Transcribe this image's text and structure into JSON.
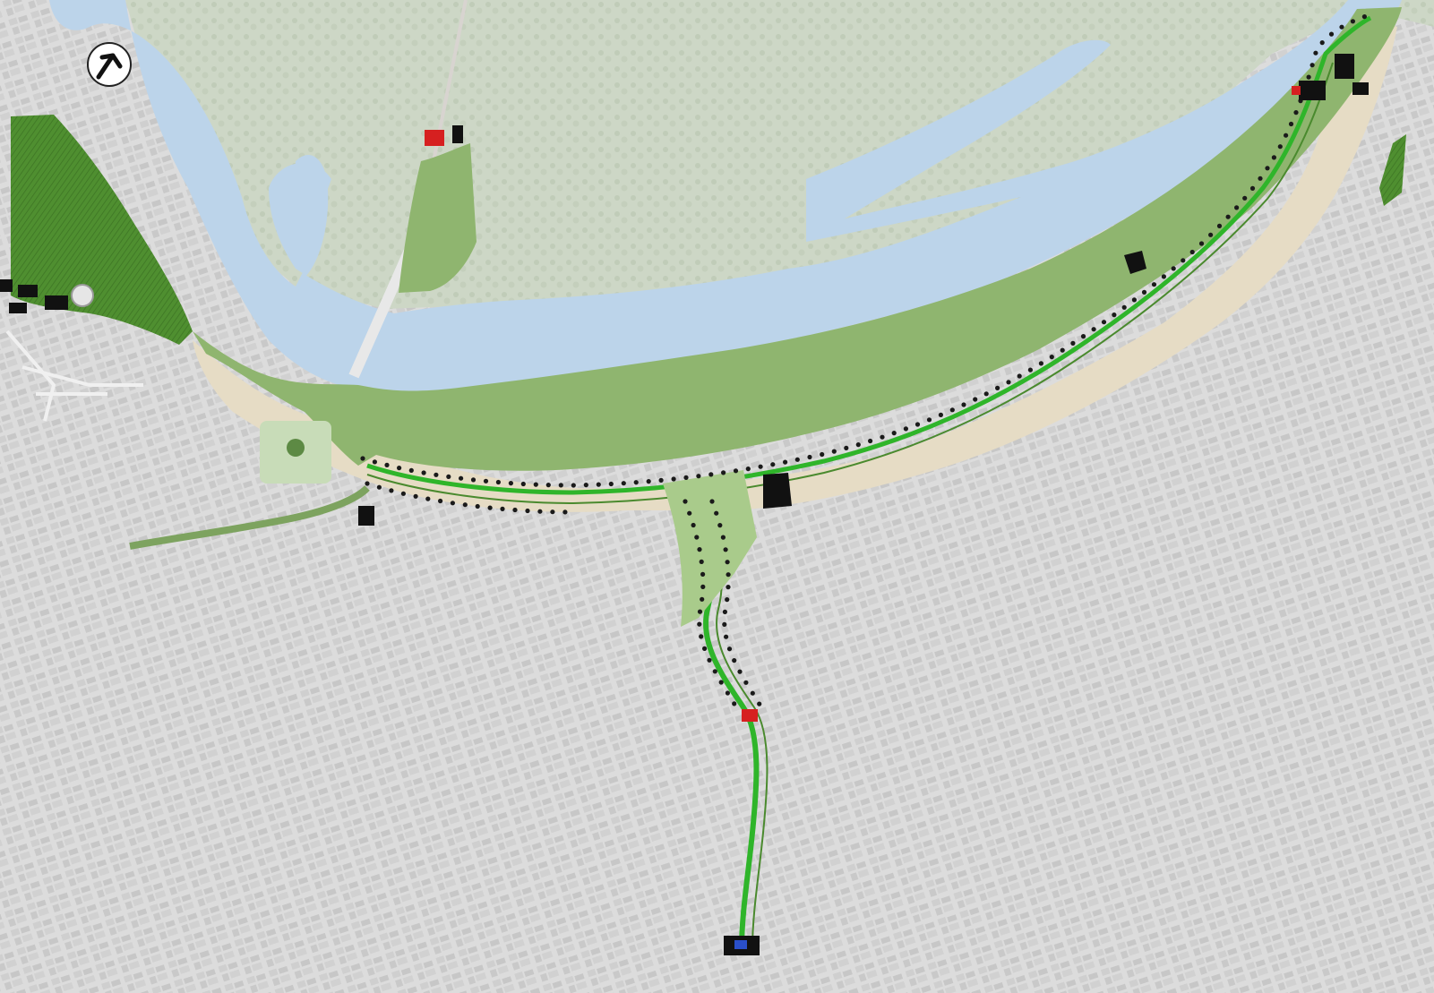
{
  "map": {
    "north_arrow": {
      "icon": "north-arrow-icon"
    },
    "colors": {
      "urban_fabric": "#d9d9d9",
      "urban_block": "#c4c4c4",
      "island_vegetation": "#c9d3c2",
      "river": "#bcd4ea",
      "park_green": "#8fb56f",
      "park_green_dark": "#4a8a2e",
      "bright_path": "#2fb52a",
      "sand": "#e6dcc5",
      "tree_dot": "#1a1a1a",
      "building": "#111111",
      "accent_red": "#d62020",
      "accent_blue": "#2a4fc9"
    },
    "features": [
      {
        "name": "river",
        "icon": "river-icon"
      },
      {
        "name": "riverside-park",
        "icon": "park-icon"
      },
      {
        "name": "promenade-path",
        "icon": "path-icon"
      },
      {
        "name": "tree-rows",
        "icon": "tree-icon"
      },
      {
        "name": "buildings",
        "icon": "building-icon"
      }
    ]
  }
}
